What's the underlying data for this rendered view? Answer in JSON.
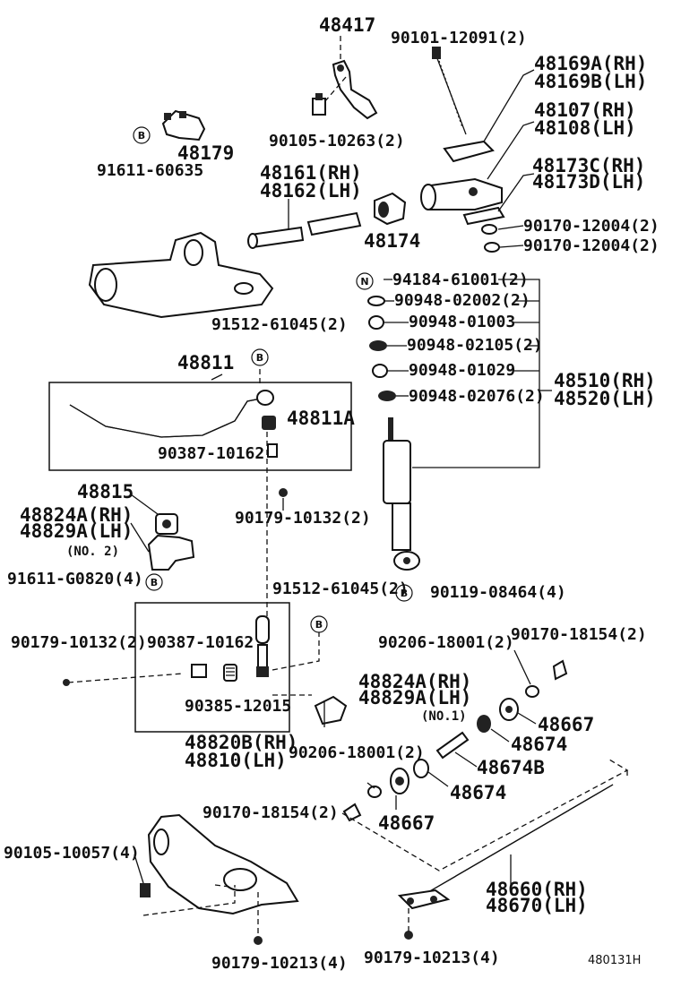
{
  "labels": {
    "p48417": "48417",
    "p90101": "90101-12091(2)",
    "p48169a": "48169A(RH)",
    "p48169b": "48169B(LH)",
    "p48107": "48107(RH)",
    "p48108": "48108(LH)",
    "p48179": "48179",
    "p91611_60635": "91611-60635",
    "p90105_10263": "90105-10263(2)",
    "p48161": "48161(RH)",
    "p48162": "48162(LH)",
    "p48173c": "48173C(RH)",
    "p48173d": "48173D(LH)",
    "p48174": "48174",
    "p90170_12004_a": "90170-12004(2)",
    "p90170_12004_b": "90170-12004(2)",
    "p94184": "94184-61001(2)",
    "p90948_02002": "90948-02002(2)",
    "p91512_61045_a": "91512-61045(2)",
    "p90948_01003": "90948-01003",
    "p90948_02105": "90948-02105(2)",
    "p48811": "48811",
    "p90948_01029": "90948-01029",
    "p48510": "48510(RH)",
    "p48520": "48520(LH)",
    "p90948_02076": "90948-02076(2)",
    "p48811a": "48811A",
    "p90387_10162_a": "90387-10162",
    "p48815": "48815",
    "p48824a_a": "48824A(RH)",
    "p48829a_a": "48829A(LH)",
    "no2": "(NO. 2)",
    "p90179_10132_a": "90179-10132(2)",
    "p91611_g0820": "91611-G0820(4)",
    "p91512_61045_b": "91512-61045(2)",
    "p90119_08464": "90119-08464(4)",
    "p90179_10132_b": "90179-10132(2)",
    "p90387_10162_b": "90387-10162",
    "p90206_18001_a": "90206-18001(2)",
    "p90170_18154_a": "90170-18154(2)",
    "p48824a_b": "48824A(RH)",
    "p48829a_b": "48829A(LH)",
    "no1": "(NO.1)",
    "p90385_12015": "90385-12015",
    "p48667_a": "48667",
    "p48674_a": "48674",
    "p48820b": "48820B(RH)",
    "p48810": "48810(LH)",
    "p90206_18001_b": "90206-18001(2)",
    "p48674b": "48674B",
    "p48674_b": "48674",
    "p90170_18154_b": "90170-18154(2)",
    "p48667_b": "48667",
    "p90105_10057": "90105-10057(4)",
    "p48660": "48660(RH)",
    "p48670": "48670(LH)",
    "p90179_10213_a": "90179-10213(4)",
    "p90179_10213_b": "90179-10213(4)",
    "ref_code": "480131H"
  },
  "callouts": {
    "b": "B",
    "n": "N"
  }
}
